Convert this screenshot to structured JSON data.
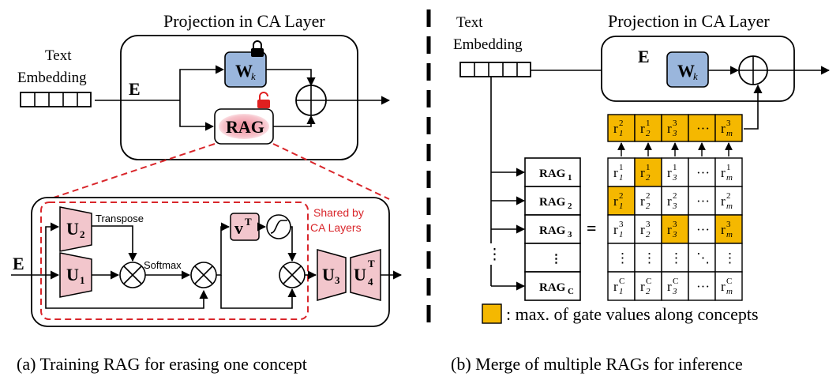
{
  "panel_a": {
    "title": "Projection  in CA Layer",
    "text_label_1": "Text",
    "text_label_2": "Embedding",
    "e_label": "E",
    "wk_label": "W",
    "wk_sub": "k",
    "rag_label": "RAG",
    "transpose_label": "Transpose",
    "softmax_label": "Softmax",
    "u1": "U",
    "u1_sub": "1",
    "u2": "U",
    "u2_sub": "2",
    "u3": "U",
    "u3_sub": "3",
    "u4": "U",
    "u4_sub": "4",
    "u4_sup": "T",
    "v_label": "v",
    "v_sup": "T",
    "shared_1": "Shared by",
    "shared_2": "CA Layers",
    "caption": "(a) Training RAG for erasing one concept",
    "lock_color": "#000000",
    "unlock_color": "#e02020",
    "rag_glow": "#f5b8c0",
    "u_fill": "#f2c6cc",
    "w_fill": "#9ab6dc"
  },
  "panel_b": {
    "title": "Projection  in CA Layer",
    "text_label_1": "Text",
    "text_label_2": "Embedding",
    "e_label": "E",
    "wk_label": "W",
    "wk_sub": "k",
    "rags": [
      {
        "name": "RAG",
        "sub": "1"
      },
      {
        "name": "RAG",
        "sub": "2"
      },
      {
        "name": "RAG",
        "sub": "3"
      },
      {
        "name": "⋮",
        "sub": ""
      },
      {
        "name": "RAG",
        "sub": "C"
      }
    ],
    "equals": "=",
    "top_row": [
      {
        "t": "r",
        "sub": "1",
        "sup": "2"
      },
      {
        "t": "r",
        "sub": "2",
        "sup": "1"
      },
      {
        "t": "r",
        "sub": "3",
        "sup": "3"
      },
      {
        "t": "···",
        "sub": "",
        "sup": ""
      },
      {
        "t": "r",
        "sub": "m",
        "sup": "3"
      }
    ],
    "matrix": [
      [
        {
          "t": "r",
          "sub": "1",
          "sup": "1"
        },
        {
          "t": "r",
          "sub": "2",
          "sup": "1",
          "hl": true
        },
        {
          "t": "r",
          "sub": "3",
          "sup": "1"
        },
        {
          "t": "···",
          "sub": "",
          "sup": ""
        },
        {
          "t": "r",
          "sub": "m",
          "sup": "1"
        }
      ],
      [
        {
          "t": "r",
          "sub": "1",
          "sup": "2",
          "hl": true
        },
        {
          "t": "r",
          "sub": "2",
          "sup": "2"
        },
        {
          "t": "r",
          "sub": "3",
          "sup": "2"
        },
        {
          "t": "···",
          "sub": "",
          "sup": ""
        },
        {
          "t": "r",
          "sub": "m",
          "sup": "2"
        }
      ],
      [
        {
          "t": "r",
          "sub": "1",
          "sup": "3"
        },
        {
          "t": "r",
          "sub": "2",
          "sup": "3"
        },
        {
          "t": "r",
          "sub": "3",
          "sup": "3",
          "hl": true
        },
        {
          "t": "···",
          "sub": "",
          "sup": ""
        },
        {
          "t": "r",
          "sub": "m",
          "sup": "3",
          "hl": true
        }
      ],
      [
        {
          "t": "⋮",
          "sub": "",
          "sup": ""
        },
        {
          "t": "⋮",
          "sub": "",
          "sup": ""
        },
        {
          "t": "⋮",
          "sub": "",
          "sup": ""
        },
        {
          "t": "⋱",
          "sub": "",
          "sup": ""
        },
        {
          "t": "⋮",
          "sub": "",
          "sup": ""
        }
      ],
      [
        {
          "t": "r",
          "sub": "1",
          "sup": "C"
        },
        {
          "t": "r",
          "sub": "2",
          "sup": "C"
        },
        {
          "t": "r",
          "sub": "3",
          "sup": "C"
        },
        {
          "t": "···",
          "sub": "",
          "sup": ""
        },
        {
          "t": "r",
          "sub": "m",
          "sup": "C"
        }
      ]
    ],
    "legend": ": max. of gate values along concepts",
    "caption": "(b) Merge of multiple RAGs for inference",
    "highlight_color": "#f5b800"
  }
}
